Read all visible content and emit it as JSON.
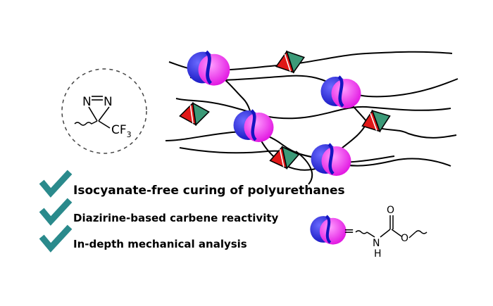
{
  "bullets": [
    {
      "text": "Isocyanate-free curing of polyurethanes",
      "check_color": "#2a8a8c"
    },
    {
      "text": "Diazirine-based carbene reactivity",
      "check_color": "#2a8a8c"
    },
    {
      "text": "In-depth mechanical analysis",
      "check_color": "#2a8a8c"
    }
  ],
  "diazirine": {
    "n_left": "N",
    "n_right": "N",
    "cf3_main": "CF",
    "cf3_sub": "3"
  },
  "legend": {
    "equals": "=",
    "oxygen_top": "O",
    "oxygen_right": "O",
    "nitrogen": "N",
    "hydrogen": "H"
  },
  "colors": {
    "urethane_blue": "#1f1fd6",
    "urethane_magenta": "#f020f0",
    "crosslink_red": "#e01818",
    "crosslink_green": "#3c9a78",
    "check_teal": "#2a8a8c",
    "line": "#000000"
  },
  "icons": [
    "check-icon",
    "urethane-icon",
    "crosslink-icon",
    "diazirine-icon"
  ]
}
